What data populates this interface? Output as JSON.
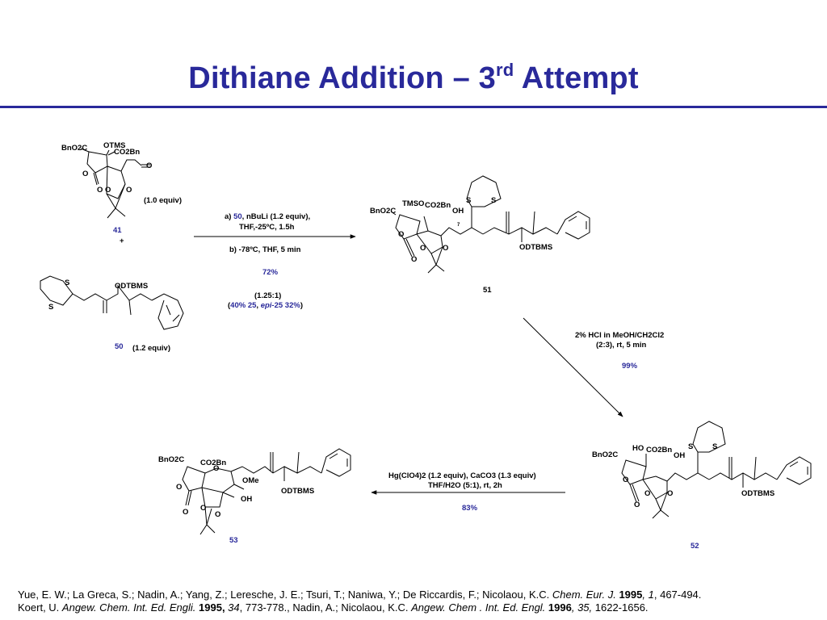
{
  "title": {
    "main": "Dithiane Addition – 3",
    "sup": "rd",
    "rest": " Attempt"
  },
  "colors": {
    "accent": "#29299a"
  },
  "compounds": {
    "c41": {
      "number": "41",
      "equiv": "(1.0 equiv)",
      "labels": [
        "BnO2C",
        "OTMS",
        "CO2Bn",
        "O",
        "O",
        "O",
        "O",
        "O"
      ]
    },
    "plus": "+",
    "c50": {
      "number": "50",
      "equiv": "(1.2 equiv)",
      "labels": [
        "S",
        "S",
        "ODTBMS"
      ]
    },
    "c51": {
      "number": "51",
      "labels": [
        "BnO2C",
        "TMSO",
        "CO2Bn",
        "OH",
        "7",
        "S",
        "S",
        "O",
        "O",
        "O",
        "O",
        "ODTBMS"
      ]
    },
    "c52": {
      "number": "52",
      "labels": [
        "BnO2C",
        "HO",
        "CO2Bn",
        "OH",
        "S",
        "S",
        "O",
        "O",
        "O",
        "O",
        "ODTBMS"
      ]
    },
    "c53": {
      "number": "53",
      "labels": [
        "BnO2C",
        "CO2Bn",
        "O",
        "OMe",
        "OH",
        "O",
        "O",
        "O",
        "O",
        "ODTBMS"
      ]
    }
  },
  "step1": {
    "reagent_a_prefix": "a) ",
    "reagent_a_num": "50",
    "reagent_a_rest": ", nBuLi (1.2 equiv),",
    "reagent_a_line2": "THF,-25ºC, 1.5h",
    "reagent_b": "b) -78ºC, THF, 5 min",
    "yield": "72%",
    "ratio": "(1.25:1)",
    "ratio_open": "(",
    "ratio_a": "40% 25",
    "ratio_sep": ", ",
    "ratio_epi": "epi",
    "ratio_b": "-25 32%",
    "ratio_close": ")"
  },
  "step2": {
    "line1": "2% HCl in MeOH/CH2Cl2",
    "line2": "(2:3), rt, 5 min",
    "yield": "99%"
  },
  "step3": {
    "line1": "Hg(ClO4)2 (1.2 equiv), CaCO3 (1.3 equiv)",
    "line2": "THF/H2O (5:1), rt, 2h",
    "yield": "83%"
  },
  "references": [
    {
      "authors": "Yue, E. W.; La Greca, S.; Nadin, A.; Yang, Z.; Leresche, J. E.; Tsuri, T.; Naniwa, Y.; De Riccardis, F.; Nicolaou, K.C. ",
      "journal": "Chem. Eur. J.",
      "year": " 1995",
      "volume": ", 1",
      "pages": ", 467-494."
    },
    {
      "authors": "Koert, U. ",
      "journal": "Angew. Chem. Int. Ed. Engli.",
      "year": " 1995,",
      "volume": " 34",
      "pages": ", 773-778., Nadin, A.; Nicolaou, K.C. ",
      "journal2": "Angew. Chem . Int. Ed. Engl.",
      "year2": " 1996",
      "volume2": ", 35,",
      "pages2": " 1622-1656."
    }
  ]
}
